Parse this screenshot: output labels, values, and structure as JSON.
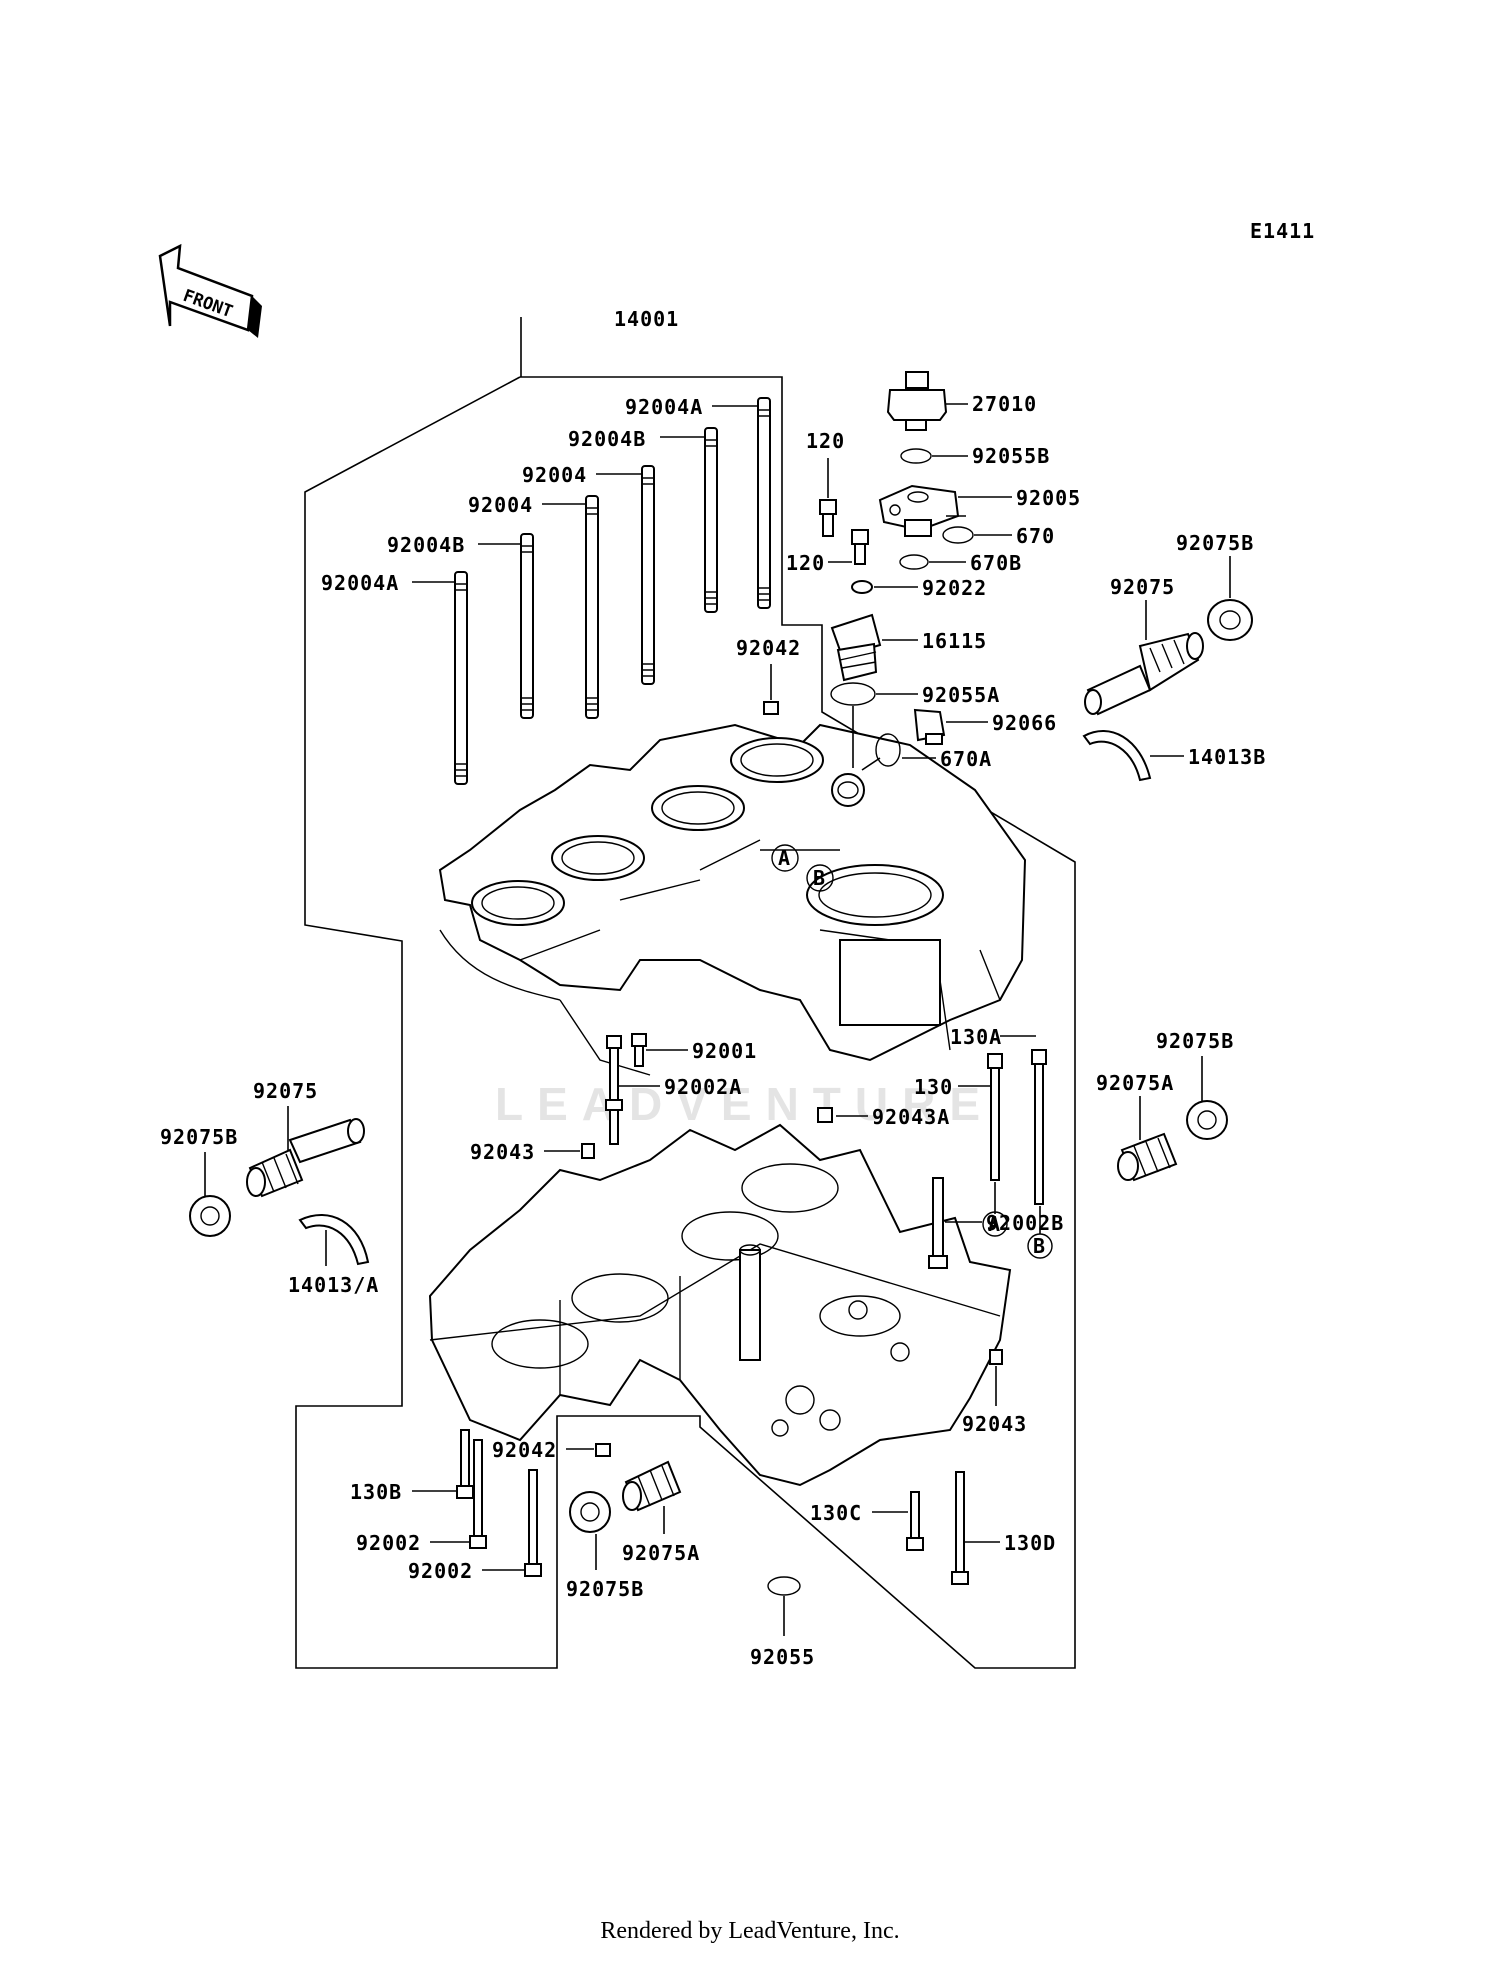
{
  "diagram_code": "E1411",
  "front_arrow": "FRONT",
  "watermark": "LEADVENTURE",
  "footer": "Rendered by LeadVenture, Inc.",
  "labels": {
    "l14001": "14001",
    "l92004A_top": "92004A",
    "l92004B_top": "92004B",
    "l92004_a": "92004",
    "l92004_b": "92004",
    "l92004B_left": "92004B",
    "l92004A_left": "92004A",
    "l120_top": "120",
    "l120_mid": "120",
    "l27010": "27010",
    "l92055B": "92055B",
    "l92005": "92005",
    "l670": "670",
    "l670B": "670B",
    "l92022": "92022",
    "l16115": "16115",
    "l92042_top": "92042",
    "l92055A": "92055A",
    "l92066": "92066",
    "l670A": "670A",
    "l92075B_tr": "92075B",
    "l92075_tr": "92075",
    "l14013B": "14013B",
    "l92001": "92001",
    "l92002A": "92002A",
    "l130A": "130A",
    "l130": "130",
    "l92043A": "92043A",
    "l92075B_r": "92075B",
    "l92075A_r": "92075A",
    "l92075_l": "92075",
    "l92075B_l": "92075B",
    "l14013A": "14013/A",
    "l92043_l": "92043",
    "l92002B": "92002B",
    "l92043_r": "92043",
    "l92042_bot": "92042",
    "l130B": "130B",
    "l92002_a": "92002",
    "l92002_b": "92002",
    "l92075A_bot": "92075A",
    "l92075B_bot": "92075B",
    "l130C": "130C",
    "l130D": "130D",
    "l92055": "92055"
  },
  "markers": {
    "a": "A",
    "b": "B"
  }
}
